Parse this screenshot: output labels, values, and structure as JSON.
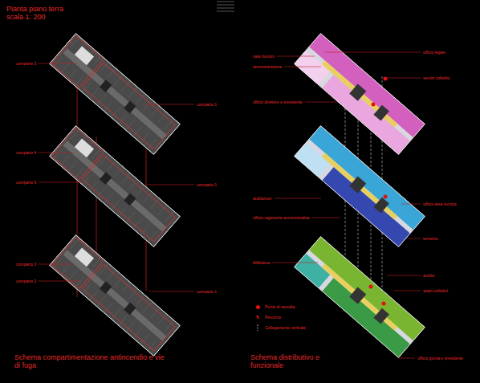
{
  "diagram": {
    "title": "Pianta piano terra scala 1: 200",
    "labels": [
      "comparto 3",
      "comparto 1",
      "comparto 4",
      "comparto 5",
      "comparto 1",
      "comparto 3",
      "comparto 2",
      "comparto 1",
      "sala riunioni",
      "amministrazione",
      "ufficio direttore e presidente",
      "auditorium",
      "ufficio ragioneria amministrativa",
      "biblioteca",
      "ufficio legale",
      "servizi collettivi",
      "ufficio area tecnica",
      "terrazza",
      "archivi",
      "spazi collettivi",
      "ufficio giunta e presidente",
      "Schema compartimentazione antincendio e vie di fuga",
      "Schema distributivo e funzionale"
    ],
    "legend": [
      {
        "text": "Punto di raccolta",
        "color": "#e01010"
      },
      {
        "text": "Percorso"
      },
      {
        "text": "Collegamento verticale"
      }
    ]
  }
}
